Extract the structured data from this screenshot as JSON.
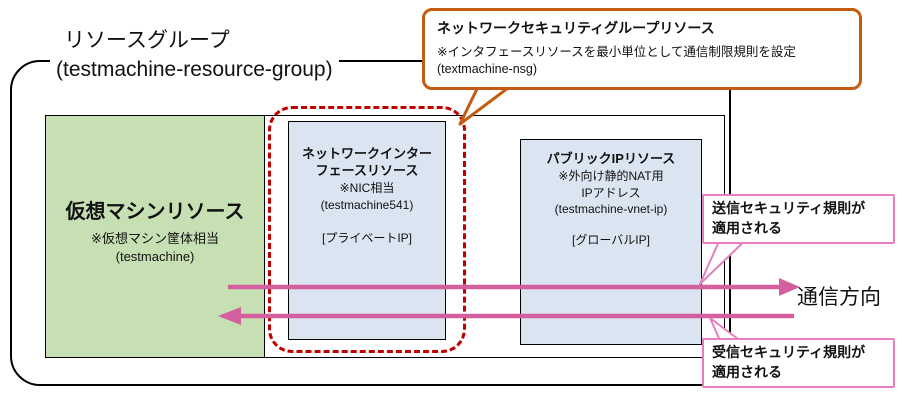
{
  "colors": {
    "vm-green": "#c6e0b4",
    "resource-blue": "#dbe5f1",
    "nsg-orange": "#c55a11",
    "nsg-dash-red": "#c00000",
    "arrow-pink": "#d45f9f",
    "callout-pink": "#e57fc0"
  },
  "resource_group": {
    "title": "リソースグループ",
    "name": "(testmachine-resource-group)"
  },
  "vm": {
    "title": "仮想マシンリソース",
    "note": "※仮想マシン筐体相当",
    "name": "(testmachine)"
  },
  "nic": {
    "title_line1": "ネットワークインター",
    "title_line2": "フェースリソース",
    "note": "※NIC相当",
    "name": "(testmachine541)",
    "ip": "[プライベートIP]"
  },
  "public_ip": {
    "title": "パブリックIPリソース",
    "note_line1": "※外向け静的NAT用",
    "note_line2": "IPアドレス",
    "name": "(testmachine-vnet-ip)",
    "ip": "[グローバルIP]"
  },
  "nsg": {
    "title": "ネットワークセキュリティグループリソース",
    "note": "※インタフェースリソースを最小単位として通信制限規則を設定",
    "name": "(textmachine-nsg)"
  },
  "outbound": {
    "line1": "送信セキュリティ規則が",
    "line2": "適用される"
  },
  "inbound": {
    "line1": "受信セキュリティ規則が",
    "line2": "適用される"
  },
  "direction_label": "通信方向"
}
